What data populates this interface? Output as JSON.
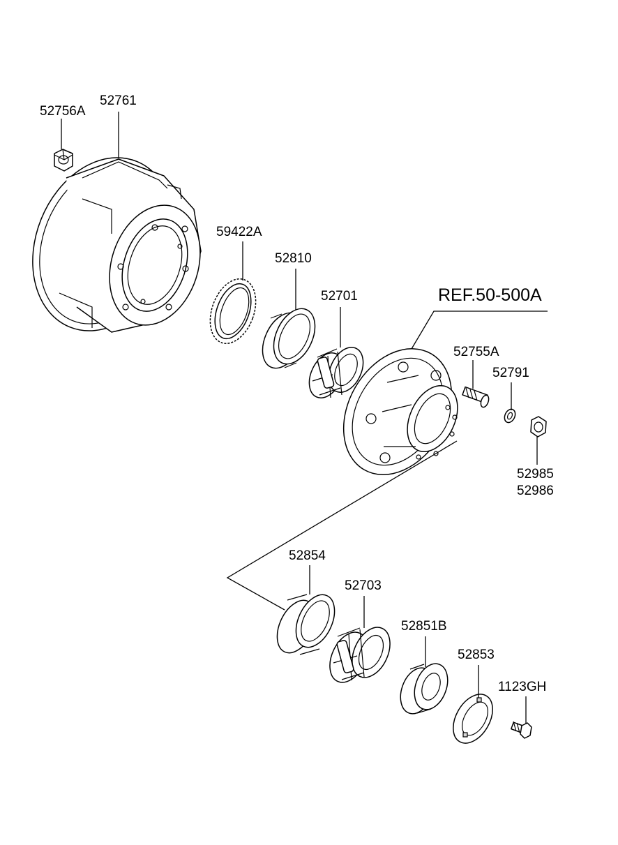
{
  "labels": {
    "p52756A": "52756A",
    "p52761": "52761",
    "p59422A": "59422A",
    "p52810": "52810",
    "p52701": "52701",
    "ref": "REF.50-500A",
    "p52755A": "52755A",
    "p52791": "52791",
    "p52985": "52985",
    "p52986": "52986",
    "p52854": "52854",
    "p52703": "52703",
    "p52851B": "52851B",
    "p52853": "52853",
    "p1123GH": "1123GH"
  }
}
